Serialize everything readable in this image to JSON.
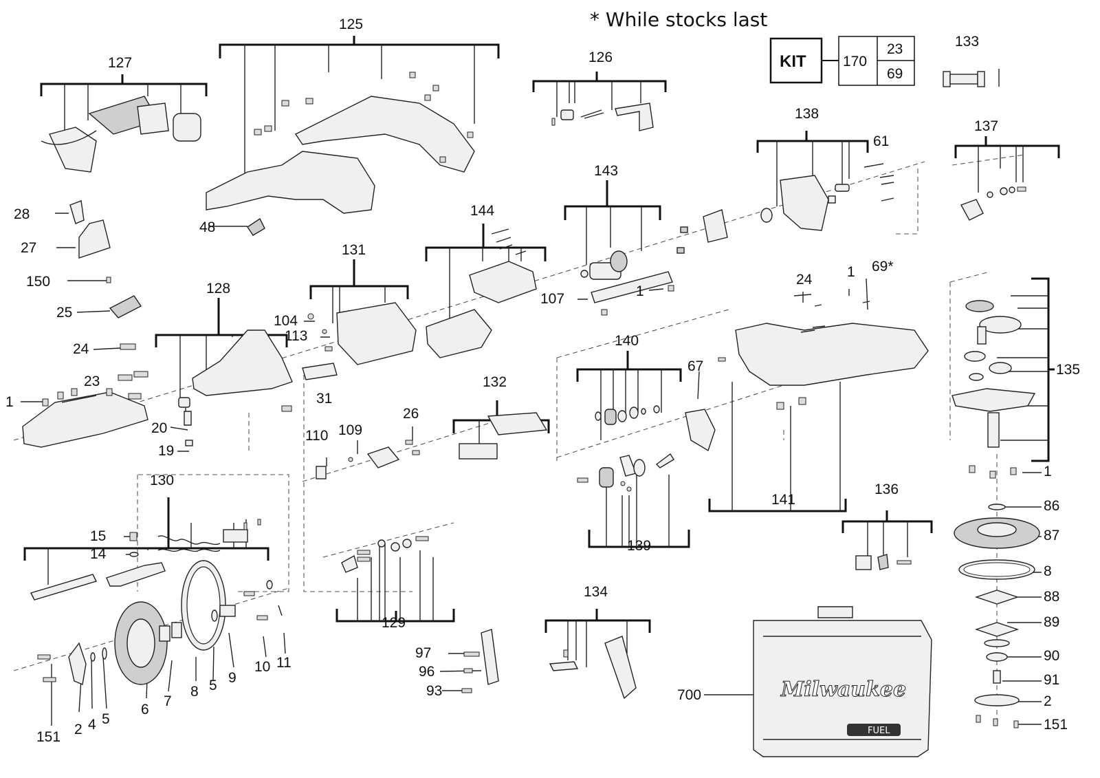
{
  "header": {
    "note": "* While stocks last"
  },
  "kit": {
    "label": "KIT",
    "number": "170",
    "parts": [
      "23",
      "69"
    ]
  },
  "labels": {
    "l125": "125",
    "l127": "127",
    "l126": "126",
    "l133": "133",
    "l138": "138",
    "l61": "61",
    "l137": "137",
    "l143": "143",
    "l144": "144",
    "l131": "131",
    "l128": "128",
    "l28": "28",
    "l27": "27",
    "l150": "150",
    "l25": "25",
    "l48": "48",
    "l24a": "24",
    "l24b": "24",
    "l1a": "1",
    "l1b": "1",
    "l1c": "1",
    "l1d": "1",
    "l23": "23",
    "l20": "20",
    "l19": "19",
    "l104": "104",
    "l113": "113",
    "l31": "31",
    "l107": "107",
    "l69": "69*",
    "l135": "135",
    "l140": "140",
    "l67": "67",
    "l141": "141",
    "l139": "139",
    "l132": "132",
    "l26": "26",
    "l109": "109",
    "l110": "110",
    "l130": "130",
    "l15": "15",
    "l14": "14",
    "l129": "129",
    "l136": "136",
    "l134": "134",
    "l97": "97",
    "l96": "96",
    "l93": "93",
    "l700": "700",
    "l86": "86",
    "l87": "87",
    "l8a": "8",
    "l88": "88",
    "l89": "89",
    "l90": "90",
    "l91": "91",
    "l2a": "2",
    "l151a": "151",
    "l151b": "151",
    "l2b": "2",
    "l4": "4",
    "l5a": "5",
    "l6": "6",
    "l7": "7",
    "l8b": "8",
    "l5b": "5",
    "l9": "9",
    "l10": "10",
    "l11": "11"
  },
  "case_logo": "Milwaukee",
  "case_badge": "FUEL",
  "colors": {
    "ink": "#111111",
    "fill": "#f0f0f0",
    "shade": "#cfcfcf"
  }
}
